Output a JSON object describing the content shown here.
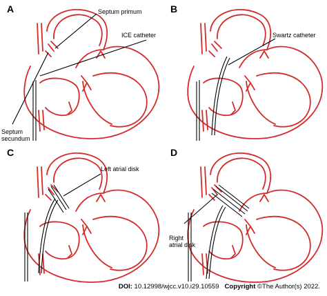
{
  "colors": {
    "heart_outline": "#d42a2a",
    "pointer": "#000000"
  },
  "panels": {
    "a": {
      "letter": "A",
      "labels": {
        "septum_primum": "Septum primum",
        "ice_catheter": "ICE catheter",
        "septum_secundum_1": "Septum",
        "septum_secundum_2": "secundum"
      }
    },
    "b": {
      "letter": "B",
      "labels": {
        "swartz_catheter": "Swartz catheter"
      }
    },
    "c": {
      "letter": "C",
      "labels": {
        "left_atrial_disk": "Left atrial disk"
      }
    },
    "d": {
      "letter": "D",
      "labels": {
        "right_atrial_disk_1": "Right",
        "right_atrial_disk_2": "atrial disk"
      }
    }
  },
  "footer": {
    "doi_label": "DOI:",
    "doi_value": "10.12998/wjcc.v10.i29.10559",
    "copyright_label": "Copyright",
    "copyright_value": "©The Author(s) 2022."
  }
}
